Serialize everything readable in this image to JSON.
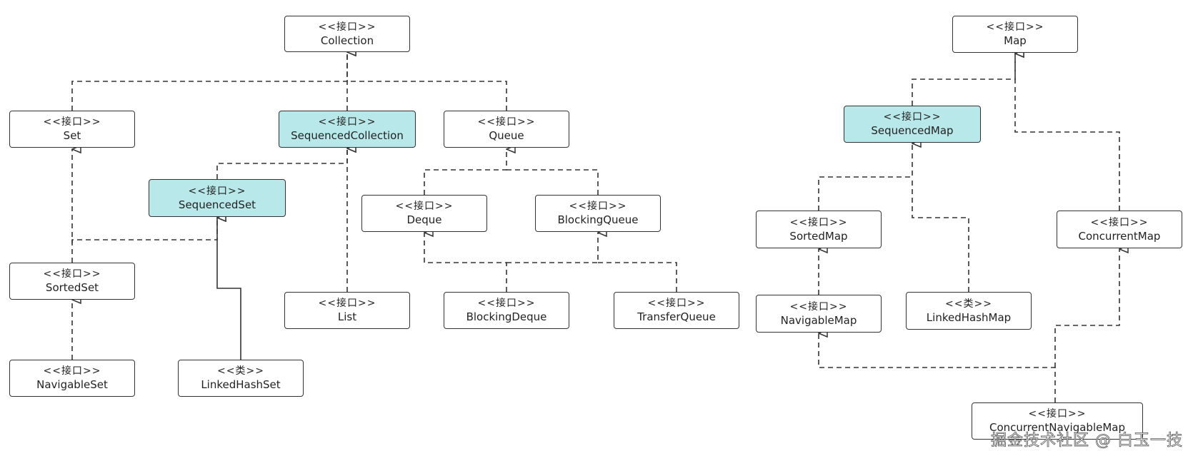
{
  "colors": {
    "highlight": "#b9e8ea",
    "border": "#333333",
    "line": "#333333"
  },
  "nodes": {
    "collection": {
      "stereotype": "<<接口>>",
      "name": "Collection"
    },
    "set": {
      "stereotype": "<<接口>>",
      "name": "Set"
    },
    "sequenced_collection": {
      "stereotype": "<<接口>>",
      "name": "SequencedCollection"
    },
    "queue": {
      "stereotype": "<<接口>>",
      "name": "Queue"
    },
    "sequenced_set": {
      "stereotype": "<<接口>>",
      "name": "SequencedSet"
    },
    "sorted_set": {
      "stereotype": "<<接口>>",
      "name": "SortedSet"
    },
    "navigable_set": {
      "stereotype": "<<接口>>",
      "name": "NavigableSet"
    },
    "linked_hash_set": {
      "stereotype": "<<类>>",
      "name": "LinkedHashSet"
    },
    "list": {
      "stereotype": "<<接口>>",
      "name": "List"
    },
    "deque": {
      "stereotype": "<<接口>>",
      "name": "Deque"
    },
    "blocking_queue": {
      "stereotype": "<<接口>>",
      "name": "BlockingQueue"
    },
    "blocking_deque": {
      "stereotype": "<<接口>>",
      "name": "BlockingDeque"
    },
    "transfer_queue": {
      "stereotype": "<<接口>>",
      "name": "TransferQueue"
    },
    "map": {
      "stereotype": "<<接口>>",
      "name": "Map"
    },
    "sequenced_map": {
      "stereotype": "<<接口>>",
      "name": "SequencedMap"
    },
    "sorted_map": {
      "stereotype": "<<接口>>",
      "name": "SortedMap"
    },
    "navigable_map": {
      "stereotype": "<<接口>>",
      "name": "NavigableMap"
    },
    "linked_hash_map": {
      "stereotype": "<<类>>",
      "name": "LinkedHashMap"
    },
    "concurrent_map": {
      "stereotype": "<<接口>>",
      "name": "ConcurrentMap"
    },
    "concurrent_navigable_map": {
      "stereotype": "<<接口>>",
      "name": "ConcurrentNavigableMap"
    }
  },
  "watermark": "掘金技术社区 @ 白玉一技"
}
